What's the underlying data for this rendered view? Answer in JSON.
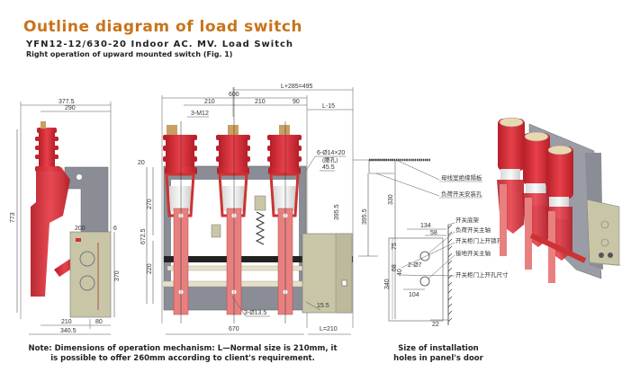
{
  "header": {
    "title": "Outline diagram of load switch",
    "model": "YFN12-12/630-20 Indoor AC. MV. Load Switch",
    "subtitle": "Right operation of upward mounted switch (Fig. 1)"
  },
  "side_view": {
    "dims": {
      "top_total": "377.5",
      "top_inner": "290",
      "height": "773",
      "mech_top": "200",
      "mech_offset": "6",
      "mech_height": "370",
      "bottom_a": "210",
      "bottom_b": "80",
      "bottom_total": "340.5"
    }
  },
  "front_view": {
    "dims": {
      "top_overall": "L+285=495",
      "width_600": "600",
      "pitch1": "210",
      "pitch2": "210",
      "right_margin": "90",
      "l_minus": "L-15",
      "bolt": "3-M12",
      "top_offset": "20",
      "upper_h": "270",
      "total_h": "672.5",
      "lower_h": "220",
      "holes": "6-Ø14×20",
      "holes_note": "(腰孔)",
      "edge": "45.5",
      "bottom_holes": "3-Ø13.5",
      "small_offset": "15.5",
      "width_670": "670",
      "mech_width": "L=210"
    }
  },
  "panel_view": {
    "dims": {
      "h_330": "330",
      "h_395": "395.5",
      "w_134": "134",
      "w_58": "58",
      "v_75": "75",
      "v_68": "68",
      "v_340": "340",
      "v_40": "40",
      "lock": "2-Ø7",
      "w_104": "104",
      "bottom_22": "22"
    },
    "labels": [
      "母线室绝缘隔板",
      "负荷开关安装孔",
      "开关底架",
      "负荷开关主轴",
      "开关柜门上开锁孔",
      "接地开关主轴",
      "开关柜门上开孔尺寸"
    ]
  },
  "footer": {
    "note_line1": "Note: Dimensions of operation mechanism: L—Normal size is 210mm, it",
    "note_line2": "is possible to offer 260mm according to client's requirement.",
    "caption_line1": "Size of installation",
    "caption_line2": "holes in panel's door"
  },
  "colors": {
    "title": "#c8741c",
    "insulator": "#d8303a",
    "frame": "#8a8d96",
    "mechanism": "#c9c6a8"
  }
}
